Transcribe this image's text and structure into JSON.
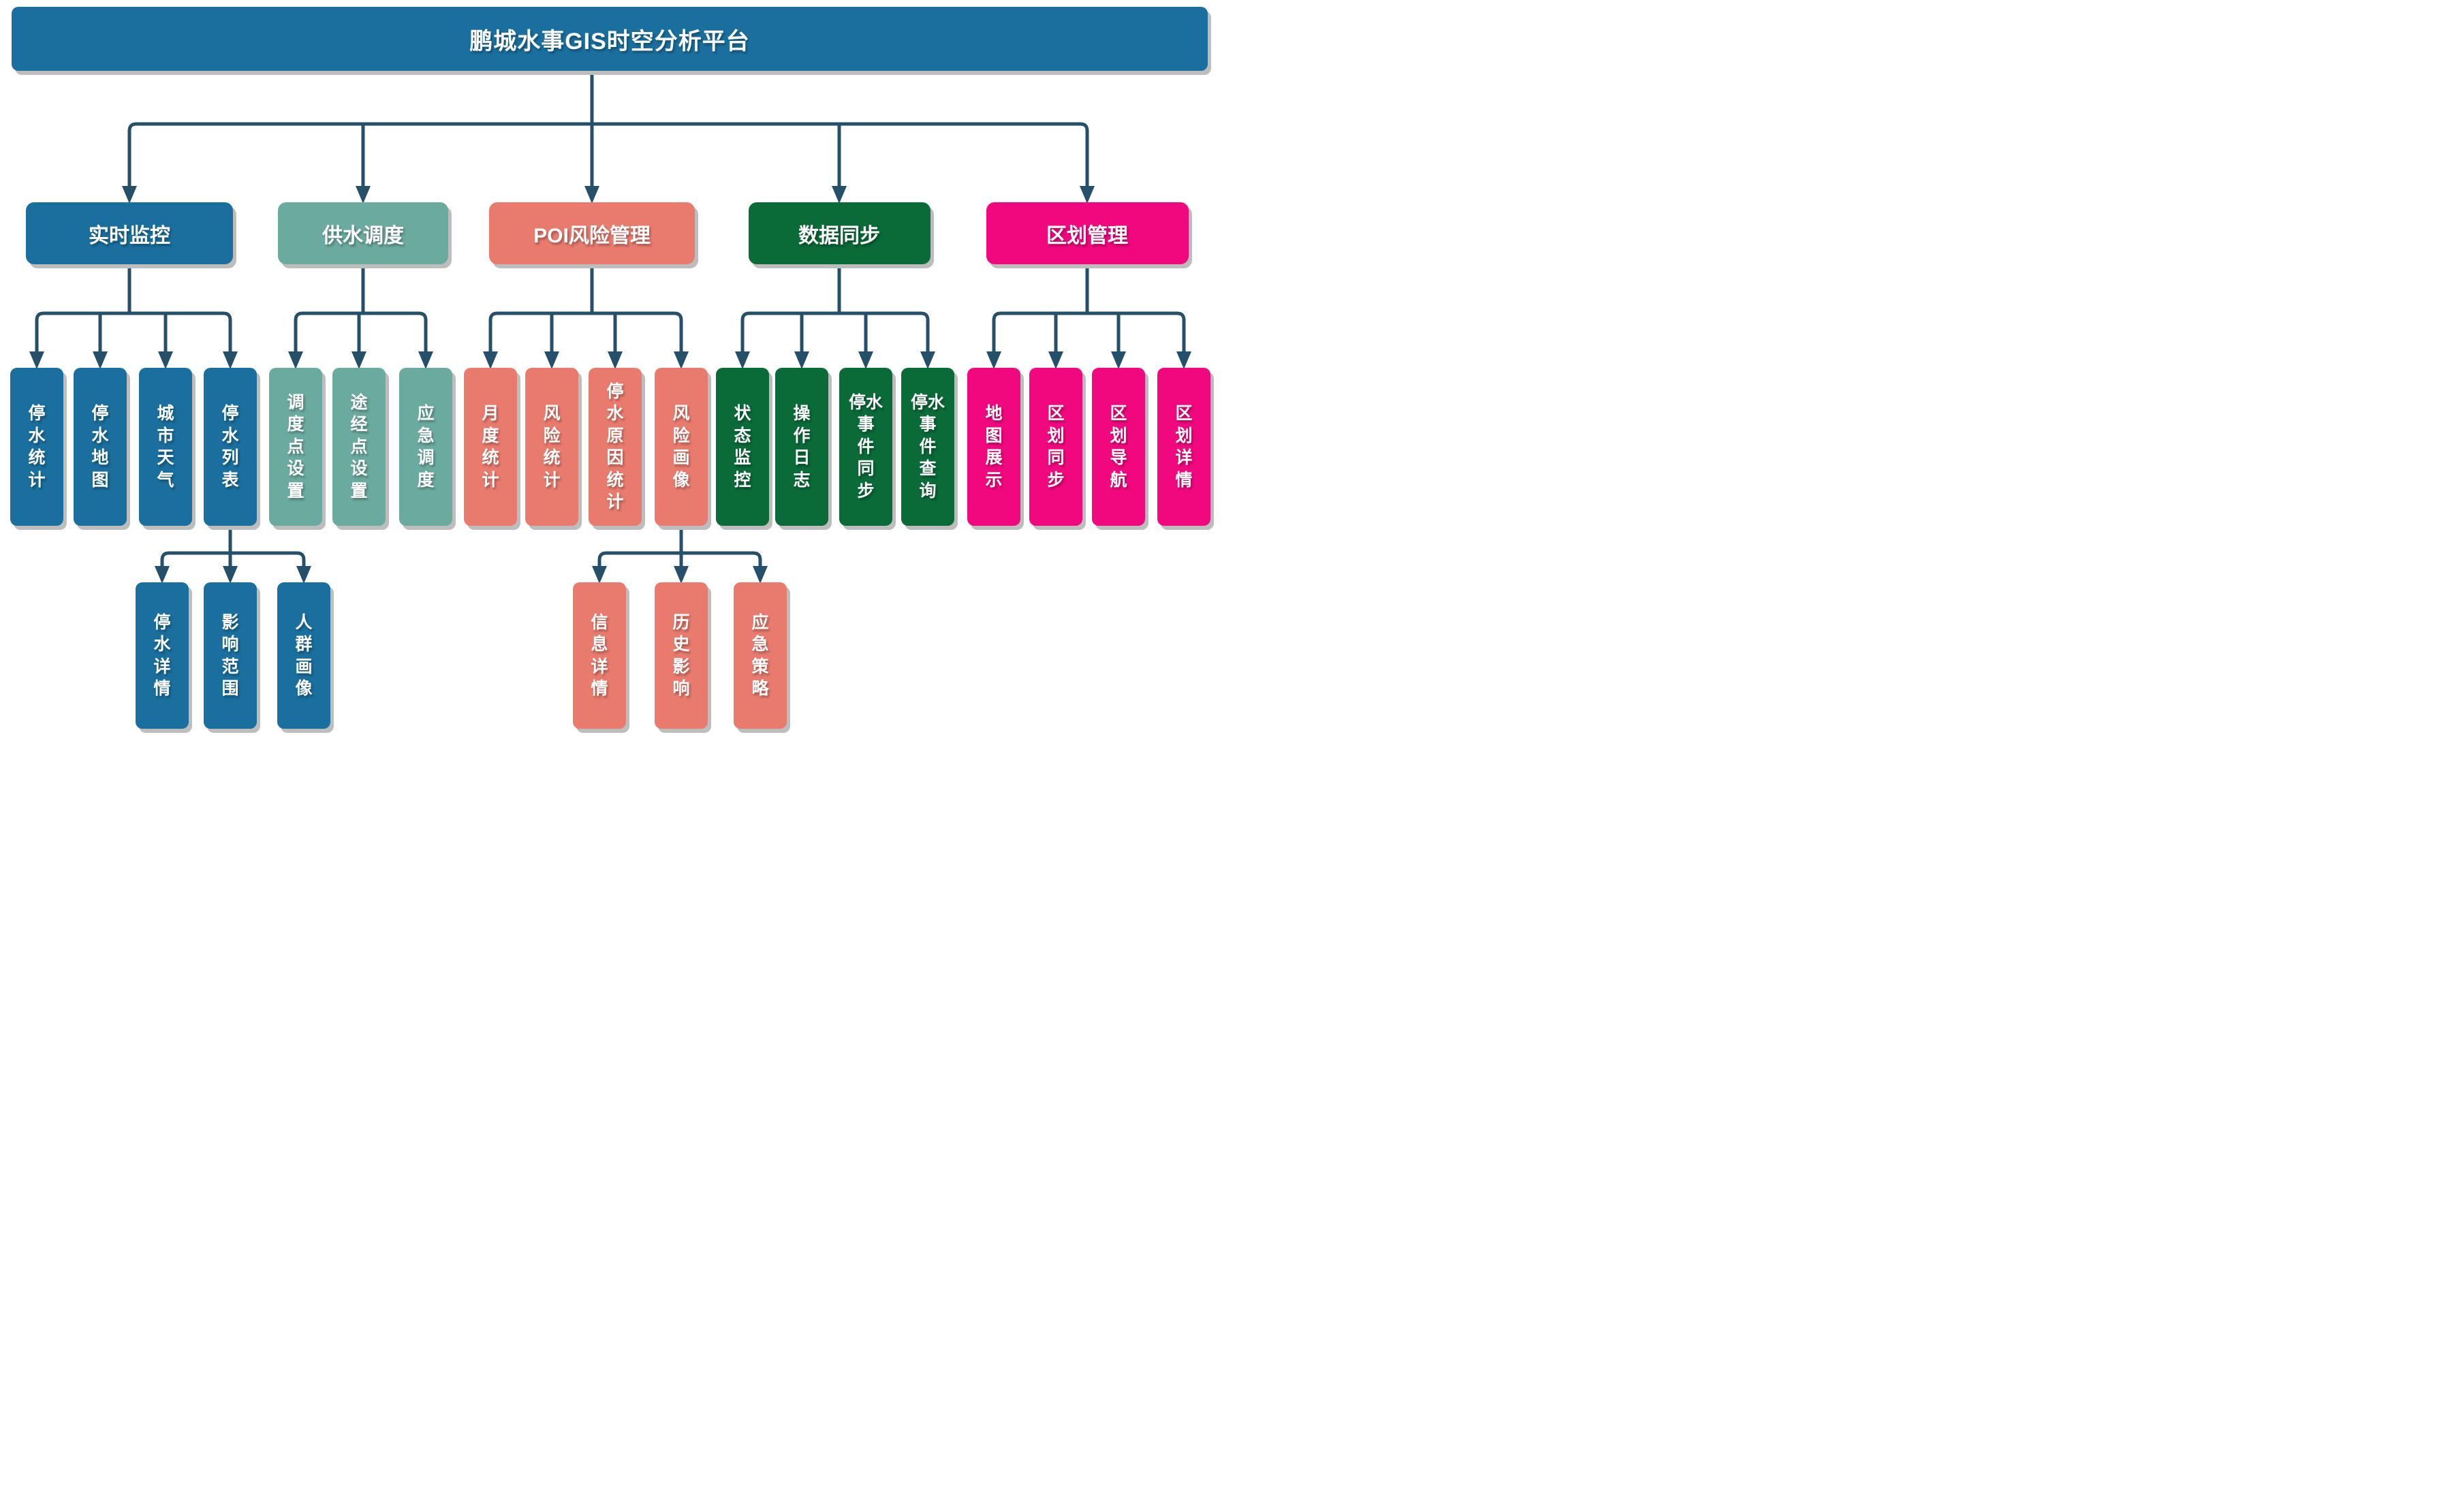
{
  "diagram": {
    "title": "鹏城水事GIS时空分析平台",
    "colors": {
      "blue": "#1a6f9e",
      "teal": "#6bab9f",
      "salmon": "#e97b6e",
      "green": "#0a6a38",
      "pink": "#f2087e",
      "connector": "#26506a",
      "shadow": "#bdbdbd"
    },
    "tree": {
      "id": "root",
      "name": "platform-root",
      "label": "鹏城水事GIS时空分析平台",
      "color": "blue",
      "children": [
        {
          "id": "rt",
          "name": "realtime-monitoring",
          "label": "实时监控",
          "color": "blue",
          "children": [
            {
              "id": "rt1",
              "name": "water-outage-statistics",
              "label": "停水统计",
              "lines": [
                "停",
                "水",
                "统",
                "计"
              ],
              "color": "blue"
            },
            {
              "id": "rt2",
              "name": "water-outage-map",
              "label": "停水地图",
              "lines": [
                "停",
                "水",
                "地",
                "图"
              ],
              "color": "blue"
            },
            {
              "id": "rt3",
              "name": "city-weather",
              "label": "城市天气",
              "lines": [
                "城",
                "市",
                "天",
                "气"
              ],
              "color": "blue"
            },
            {
              "id": "rt4",
              "name": "water-outage-list",
              "label": "停水列表",
              "lines": [
                "停",
                "水",
                "列",
                "表"
              ],
              "color": "blue",
              "children": [
                {
                  "id": "rt4a",
                  "name": "outage-detail",
                  "label": "停水详情",
                  "lines": [
                    "停",
                    "水",
                    "详",
                    "情"
                  ],
                  "color": "blue"
                },
                {
                  "id": "rt4b",
                  "name": "impact-scope",
                  "label": "影响范围",
                  "lines": [
                    "影",
                    "响",
                    "范",
                    "围"
                  ],
                  "color": "blue"
                },
                {
                  "id": "rt4c",
                  "name": "crowd-profile",
                  "label": "人群画像",
                  "lines": [
                    "人",
                    "群",
                    "画",
                    "像"
                  ],
                  "color": "blue"
                }
              ]
            }
          ]
        },
        {
          "id": "gs",
          "name": "water-supply-dispatch",
          "label": "供水调度",
          "color": "teal",
          "children": [
            {
              "id": "gs1",
              "name": "dispatch-point-setting",
              "label": "调度点设置",
              "lines": [
                "调",
                "度",
                "点",
                "设",
                "置"
              ],
              "color": "teal"
            },
            {
              "id": "gs2",
              "name": "waypoint-setting",
              "label": "途经点设置",
              "lines": [
                "途",
                "经",
                "点",
                "设",
                "置"
              ],
              "color": "teal"
            },
            {
              "id": "gs3",
              "name": "emergency-dispatch",
              "label": "应急调度",
              "lines": [
                "应",
                "急",
                "调",
                "度"
              ],
              "color": "teal"
            }
          ]
        },
        {
          "id": "poi",
          "name": "poi-risk-management",
          "label": "POI风险管理",
          "color": "salmon",
          "children": [
            {
              "id": "poi1",
              "name": "monthly-statistics",
              "label": "月度统计",
              "lines": [
                "月",
                "度",
                "统",
                "计"
              ],
              "color": "salmon"
            },
            {
              "id": "poi2",
              "name": "risk-statistics",
              "label": "风险统计",
              "lines": [
                "风",
                "险",
                "统",
                "计"
              ],
              "color": "salmon"
            },
            {
              "id": "poi3",
              "name": "outage-cause-statistics",
              "label": "停水原因统计",
              "lines": [
                "停",
                "水",
                "原",
                "因",
                "统",
                "计"
              ],
              "color": "salmon"
            },
            {
              "id": "poi4",
              "name": "risk-profile",
              "label": "风险画像",
              "lines": [
                "风",
                "险",
                "画",
                "像"
              ],
              "color": "salmon",
              "children": [
                {
                  "id": "poi4a",
                  "name": "info-detail",
                  "label": "信息详情",
                  "lines": [
                    "信",
                    "息",
                    "详",
                    "情"
                  ],
                  "color": "salmon"
                },
                {
                  "id": "poi4b",
                  "name": "historical-impact",
                  "label": "历史影响",
                  "lines": [
                    "历",
                    "史",
                    "影",
                    "响"
                  ],
                  "color": "salmon"
                },
                {
                  "id": "poi4c",
                  "name": "emergency-strategy",
                  "label": "应急策略",
                  "lines": [
                    "应",
                    "急",
                    "策",
                    "略"
                  ],
                  "color": "salmon"
                }
              ]
            }
          ]
        },
        {
          "id": "ds",
          "name": "data-sync",
          "label": "数据同步",
          "color": "green",
          "children": [
            {
              "id": "ds1",
              "name": "status-monitoring",
              "label": "状态监控",
              "lines": [
                "状",
                "态",
                "监",
                "控"
              ],
              "color": "green"
            },
            {
              "id": "ds2",
              "name": "operation-log",
              "label": "操作日志",
              "lines": [
                "操",
                "作",
                "日",
                "志"
              ],
              "color": "green"
            },
            {
              "id": "ds3",
              "name": "outage-event-sync",
              "label": "停水事件同步",
              "lines": [
                "停水",
                "事",
                "件",
                "同",
                "步"
              ],
              "color": "green"
            },
            {
              "id": "ds4",
              "name": "outage-event-query",
              "label": "停水事件查询",
              "lines": [
                "停水",
                "事",
                "件",
                "查",
                "询"
              ],
              "color": "green"
            }
          ]
        },
        {
          "id": "qh",
          "name": "district-management",
          "label": "区划管理",
          "color": "pink",
          "children": [
            {
              "id": "qh1",
              "name": "map-display",
              "label": "地图展示",
              "lines": [
                "地",
                "图",
                "展",
                "示"
              ],
              "color": "pink"
            },
            {
              "id": "qh2",
              "name": "district-sync",
              "label": "区划同步",
              "lines": [
                "区",
                "划",
                "同",
                "步"
              ],
              "color": "pink"
            },
            {
              "id": "qh3",
              "name": "district-navigation",
              "label": "区划导航",
              "lines": [
                "区",
                "划",
                "导",
                "航"
              ],
              "color": "pink"
            },
            {
              "id": "qh4",
              "name": "district-detail",
              "label": "区划详情",
              "lines": [
                "区",
                "划",
                "详",
                "情"
              ],
              "color": "pink"
            }
          ]
        }
      ]
    }
  }
}
